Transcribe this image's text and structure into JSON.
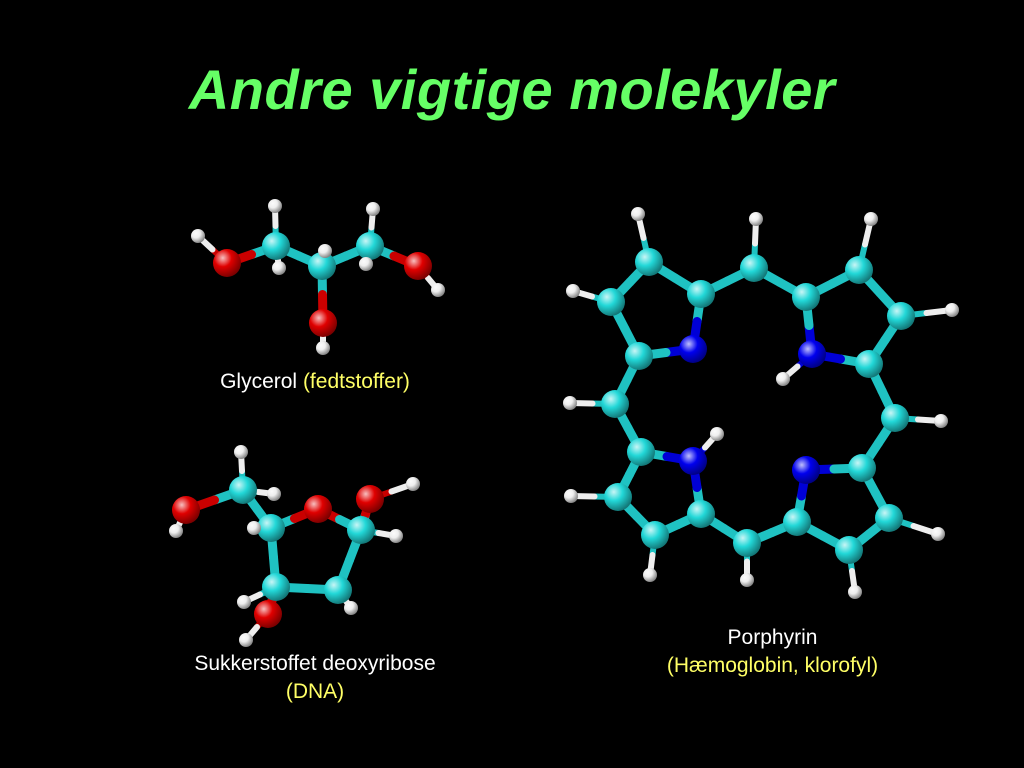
{
  "slide": {
    "title": "Andre vigtige molekyler",
    "colors": {
      "title": "#66ff66",
      "caption": "#ffffff",
      "caption_highlight": "#ffff66",
      "carbon": "#22d8d8",
      "oxygen": "#e00000",
      "nitrogen": "#0000ee",
      "hydrogen": "#eeeeee"
    },
    "molecules": [
      {
        "id": "glycerol",
        "name": "Glycerol",
        "note": "(fedtstoffer)"
      },
      {
        "id": "deoxyribose",
        "name": "Sukkerstoffet deoxyribose",
        "note": "(DNA)"
      },
      {
        "id": "porphyrin",
        "name": "Porphyrin",
        "note": "(Hæmoglobin, klorofyl)"
      }
    ]
  }
}
